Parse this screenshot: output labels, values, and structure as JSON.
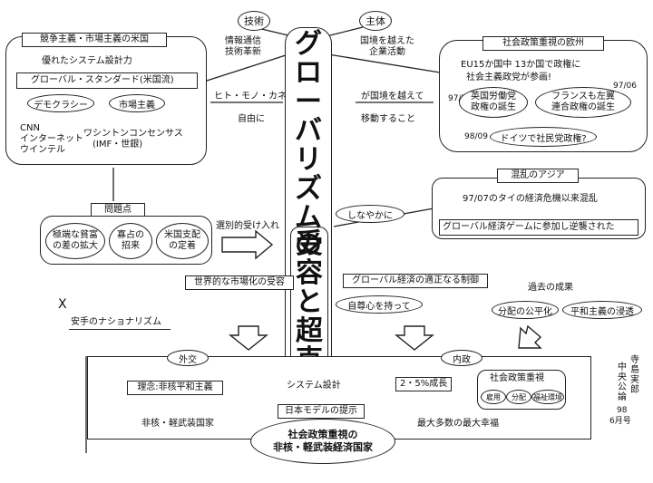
{
  "center": {
    "title_chars": [
      "グ",
      "ロ",
      "ー",
      "バ",
      "リ",
      "ズ",
      "ム",
      "の"
    ],
    "title_box_chars": [
      "受",
      "容",
      "と",
      "超",
      "克"
    ],
    "system_label": "システム設計"
  },
  "top": {
    "tech_label": "技術",
    "subject_label": "主体",
    "tech_text": [
      "情報通信",
      "技術革新"
    ],
    "subject_text": [
      "国境を越えた",
      "企業活動"
    ],
    "hito_mono_kane": "ヒト・モノ・カネ",
    "jiyuu": "自由に",
    "kokkyo_koete": "が国境を越えて",
    "idou": "移動すること"
  },
  "us_box": {
    "header": "競争主義・市場主義の米国",
    "design_power": "優れたシステム設計力",
    "global_standard": "グローバル・スタンダード(米国流)",
    "democracy": "デモクラシー",
    "market": "市場主義",
    "left_list": [
      "CNN",
      "インターネット",
      "ウインテル"
    ],
    "washington": [
      "ワシントンコンセンサス",
      "(IMF・世銀)"
    ]
  },
  "eu_box": {
    "header": "社会政策重視の欧州",
    "line1": "EU15か国中 13か国で政権に",
    "line2": "社会主義政党が参画!",
    "year1": "97/06",
    "year2": "97/5",
    "uk": [
      "英国労働党",
      "政権の誕生"
    ],
    "fr": [
      "フランスも左翼",
      "連合政権の誕生"
    ],
    "year3": "98/09",
    "de": "ドイツで社民党政権?"
  },
  "asia_box": {
    "header": "混乱のアジア",
    "line1": "97/07のタイの経済危機以来混乱",
    "line2": "グローバル経済ゲームに参加し逆襲された"
  },
  "problems": {
    "header": "問題点",
    "items": [
      [
        "極端な貧富",
        "の差の拡大"
      ],
      [
        "寡占の",
        "招来"
      ],
      [
        "米国支配",
        "の定着"
      ]
    ],
    "selective": "選別的受け入れ"
  },
  "middle": {
    "flexible": "しなやかに",
    "world_market": "世界的な市場化の受容",
    "global_control": "グローバル経済の適正なる制御",
    "self_respect": "自尊心を持って",
    "past_results": "過去の成果",
    "distribution": "分配の公平化",
    "pacifism": "平和主義の浸透",
    "cross": "X",
    "cheap_nationalism": "安手のナショナリズム"
  },
  "bottom": {
    "diplomacy": "外交",
    "domestic": "内政",
    "principle": "理念:非核平和主義",
    "nonnuclear": "非核・軽武装国家",
    "growth": "2・5%成長",
    "social_policy": "社会政策重視",
    "tags": [
      "雇用",
      "分配",
      "福祉環境"
    ],
    "happiness": "最大多数の最大幸福",
    "japan_model": "日本モデルの提示",
    "final": [
      "社会政策重視の",
      "非核・軽武装経済国家"
    ]
  },
  "credit": {
    "author": [
      "寺",
      "島",
      "実",
      "郎"
    ],
    "pub": [
      "中",
      "央",
      "公",
      "論"
    ],
    "date": [
      "98",
      "6月号"
    ]
  }
}
